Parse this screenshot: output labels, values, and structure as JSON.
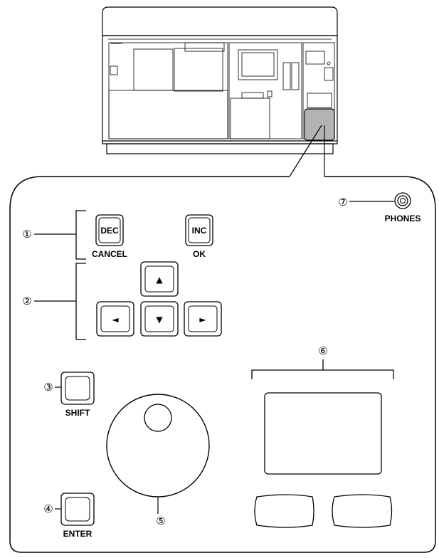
{
  "console": {
    "brand": "YAMAHA"
  },
  "buttons": {
    "dec": "DEC",
    "inc": "INC",
    "cancel": "CANCEL",
    "ok": "OK",
    "shift": "SHIFT",
    "enter": "ENTER",
    "phones": "PHONES"
  },
  "arrows": {
    "up": "▲",
    "down": "▼",
    "left": "◄",
    "right": "►"
  },
  "callouts": {
    "c1": "①",
    "c2": "②",
    "c3": "③",
    "c4": "④",
    "c5": "⑤",
    "c6": "⑥",
    "c7": "⑦"
  },
  "colors": {
    "highlight": "#b3b3b3",
    "line": "#000000"
  }
}
